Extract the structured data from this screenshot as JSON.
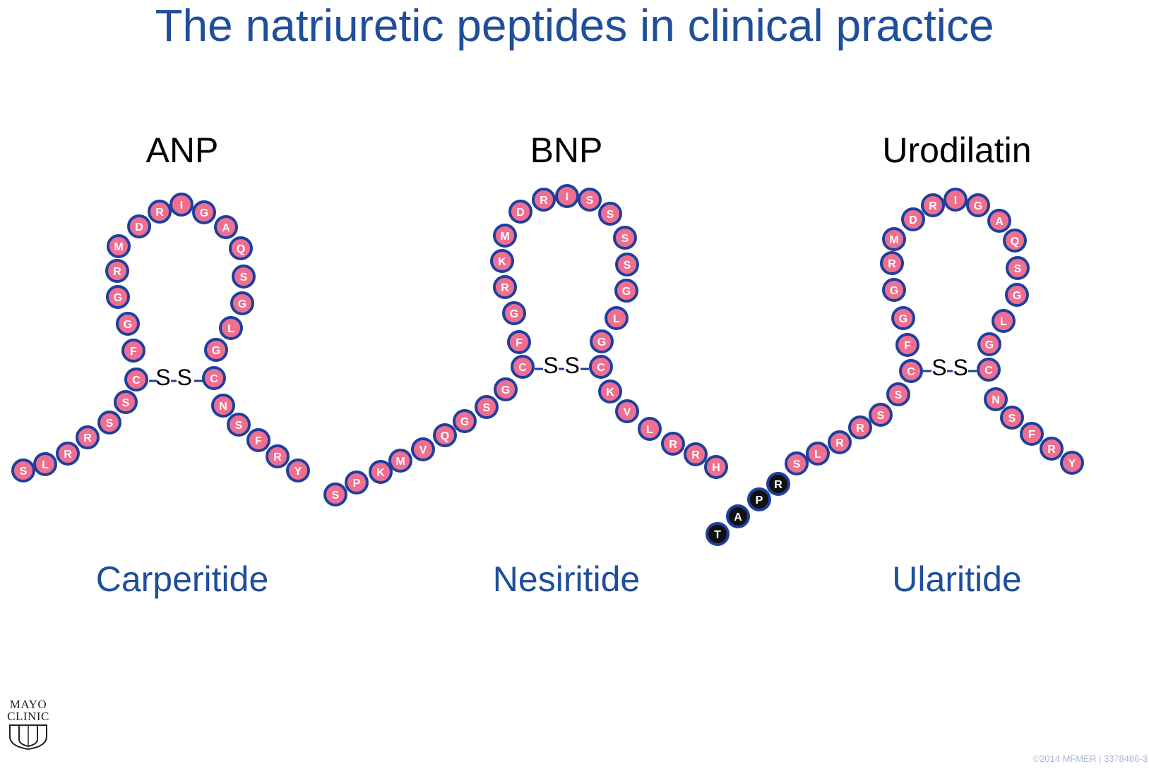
{
  "slide": {
    "title": "The natriuretic peptides in clinical practice"
  },
  "colors": {
    "title": "#1f4e9a",
    "drug_name": "#1f4e9a",
    "peptide_name": "#000000",
    "residue_fill": "#ef6f90",
    "residue_outline": "#1f3f9e",
    "extension_fill": "#111111",
    "bond": "#1f3f9e"
  },
  "peptides": [
    {
      "id": "anp",
      "name": "ANP",
      "drug": "Carperitide",
      "bond_label": "S S",
      "residues": [
        "S",
        "L",
        "R",
        "R",
        "S",
        "S",
        "C",
        "F",
        "G",
        "G",
        "R",
        "M",
        "D",
        "R",
        "I",
        "G",
        "A",
        "Q",
        "S",
        "G",
        "L",
        "G",
        "C",
        "N",
        "S",
        "F",
        "R",
        "Y"
      ],
      "extension": []
    },
    {
      "id": "bnp",
      "name": "BNP",
      "drug": "Nesiritide",
      "bond_label": "S S",
      "residues": [
        "S",
        "P",
        "K",
        "M",
        "V",
        "Q",
        "G",
        "S",
        "G",
        "C",
        "F",
        "G",
        "R",
        "K",
        "M",
        "D",
        "R",
        "I",
        "S",
        "S",
        "S",
        "S",
        "G",
        "L",
        "G",
        "C",
        "K",
        "V",
        "L",
        "R",
        "R",
        "H"
      ],
      "extension": []
    },
    {
      "id": "urodilatin",
      "name": "Urodilatin",
      "drug": "Ularitide",
      "bond_label": "S S",
      "residues": [
        "S",
        "L",
        "R",
        "R",
        "S",
        "S",
        "C",
        "F",
        "G",
        "G",
        "R",
        "M",
        "D",
        "R",
        "I",
        "G",
        "A",
        "Q",
        "S",
        "G",
        "L",
        "G",
        "C",
        "N",
        "S",
        "F",
        "R",
        "Y"
      ],
      "extension": [
        "T",
        "A",
        "P",
        "R"
      ]
    }
  ],
  "logo": {
    "line1": "MAYO",
    "line2": "CLINIC"
  },
  "footer": {
    "copyright": "©2014 MFMER  |  3378486-3"
  }
}
